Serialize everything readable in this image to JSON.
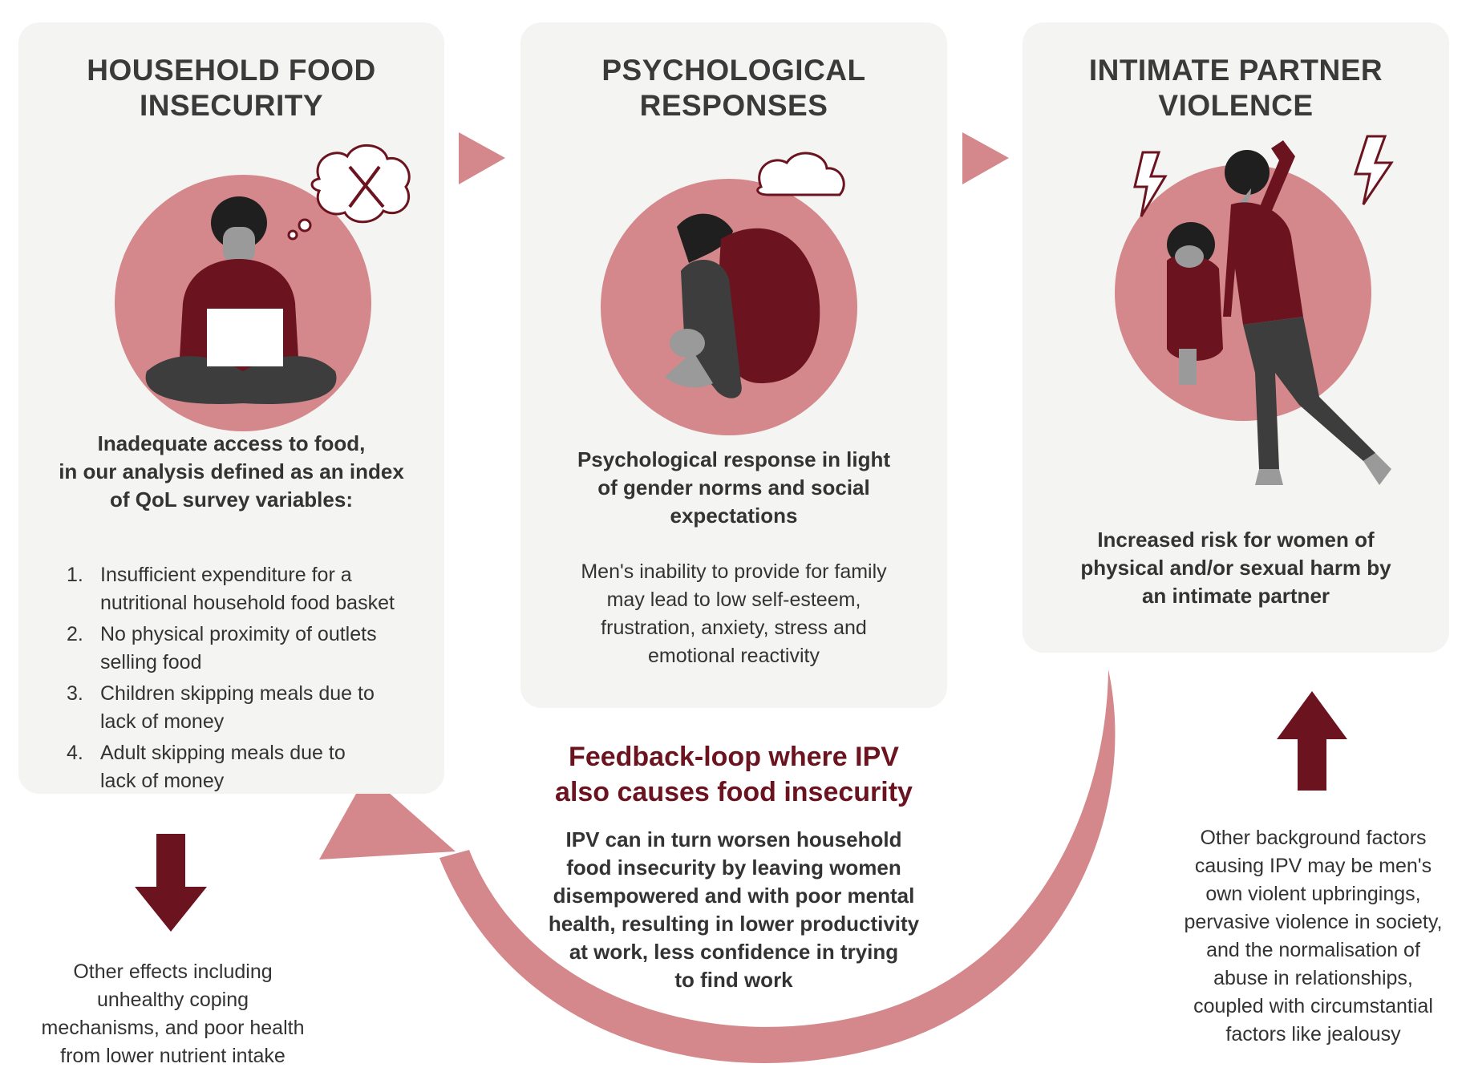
{
  "colors": {
    "panel_bg": "#f4f4f2",
    "pink": "#d4888b",
    "maroon": "#6b1420",
    "grey": "#555555",
    "dark": "#3a3a3a"
  },
  "panels": [
    {
      "title": "HOUSEHOLD FOOD\nINSECURITY",
      "icon": "person-holding-sign-icon",
      "lead": "Inadequate access to food,\nin our analysis defined as an index\nof QoL survey variables:",
      "items": [
        {
          "num": "1.",
          "text": "Insufficient expenditure for a\nnutritional household food basket"
        },
        {
          "num": "2.",
          "text": "No physical proximity of outlets\nselling food"
        },
        {
          "num": "3.",
          "text": "Children skipping meals due to\nlack of money"
        },
        {
          "num": "4.",
          "text": "Adult skipping meals due to\nlack of money"
        }
      ]
    },
    {
      "title": "PSYCHOLOGICAL\nRESPONSES",
      "icon": "person-crouching-icon",
      "lead": "Psychological response in light\nof gender norms and social\nexpectations",
      "body": "Men's inability to provide for family\nmay lead to low self-esteem,\nfrustration, anxiety, stress and\nemotional reactivity"
    },
    {
      "title": "INTIMATE PARTNER\nVIOLENCE",
      "icon": "violence-scene-icon",
      "lead": "Increased risk for women of\nphysical and/or sexual harm by\nan intimate partner"
    }
  ],
  "feedback": {
    "title": "Feedback-loop where IPV\nalso causes food insecurity",
    "text": "IPV can in turn worsen household\nfood insecurity by leaving women\ndisempowered and with poor mental\nhealth, resulting in lower productivity\nat work, less confidence in trying\nto find work"
  },
  "notes": {
    "other_effects": "Other effects including\nunhealthy coping\nmechanisms, and poor health\nfrom lower nutrient intake",
    "background_factors": "Other background factors\ncausing IPV may be men's\nown violent upbringings,\npervasive violence in society,\nand the normalisation of\nabuse in relationships,\ncoupled with circumstantial\nfactors like jealousy"
  }
}
